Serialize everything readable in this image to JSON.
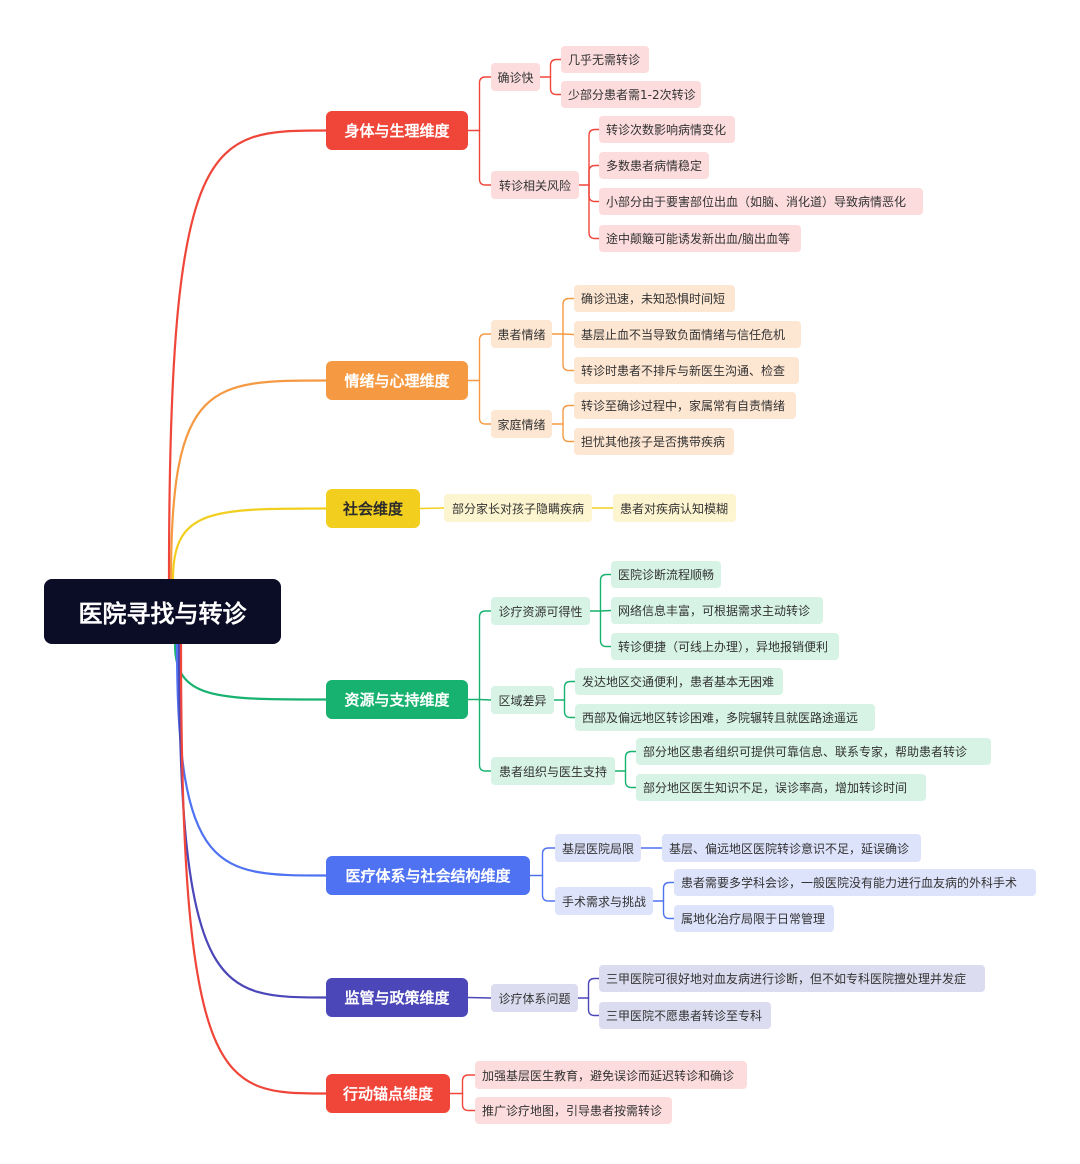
{
  "root": {
    "label": "医院寻找与转诊"
  },
  "branches": [
    {
      "label": "身体与生理维度",
      "color": "#f0463a",
      "subs": [
        {
          "label": "确诊快",
          "leaves": [
            "几乎无需转诊",
            "少部分患者需1-2次转诊"
          ]
        },
        {
          "label": "转诊相关风险",
          "leaves": [
            "转诊次数影响病情变化",
            "多数患者病情稳定",
            "小部分由于要害部位出血（如脑、消化道）导致病情恶化",
            "途中颠簸可能诱发新出血/脑出血等"
          ]
        }
      ]
    },
    {
      "label": "情绪与心理维度",
      "color": "#f59a42",
      "subs": [
        {
          "label": "患者情绪",
          "leaves": [
            "确诊迅速，未知恐惧时间短",
            "基层止血不当导致负面情绪与信任危机",
            "转诊时患者不排斥与新医生沟通、检查"
          ]
        },
        {
          "label": "家庭情绪",
          "leaves": [
            "转诊至确诊过程中，家属常有自责情绪",
            "担忧其他孩子是否携带疾病"
          ]
        }
      ]
    },
    {
      "label": "社会维度",
      "color": "#f2cf1f",
      "subs": [
        {
          "label": "部分家长对孩子隐瞒疾病",
          "leaves": [
            "患者对疾病认知模糊"
          ]
        }
      ]
    },
    {
      "label": "资源与支持维度",
      "color": "#17b26f",
      "subs": [
        {
          "label": "诊疗资源可得性",
          "leaves": [
            "医院诊断流程顺畅",
            "网络信息丰富，可根据需求主动转诊",
            "转诊便捷（可线上办理），异地报销便利"
          ]
        },
        {
          "label": "区域差异",
          "leaves": [
            "发达地区交通便利，患者基本无困难",
            "西部及偏远地区转诊困难，多院辗转且就医路途遥远"
          ]
        },
        {
          "label": "患者组织与医生支持",
          "leaves": [
            "部分地区患者组织可提供可靠信息、联系专家，帮助患者转诊",
            "部分地区医生知识不足，误诊率高，增加转诊时间"
          ]
        }
      ]
    },
    {
      "label": "医疗体系与社会结构维度",
      "color": "#4f72f2",
      "subs": [
        {
          "label": "基层医院局限",
          "leaves": [
            "基层、偏远地区医院转诊意识不足，延误确诊"
          ]
        },
        {
          "label": "手术需求与挑战",
          "leaves": [
            "患者需要多学科会诊，一般医院没有能力进行血友病的外科手术",
            "属地化治疗局限于日常管理"
          ]
        }
      ]
    },
    {
      "label": "监管与政策维度",
      "color": "#4b47b8",
      "subs": [
        {
          "label": "诊疗体系问题",
          "leaves": [
            "三甲医院可很好地对血友病进行诊断，但不如专科医院擅处理并发症",
            "三甲医院不愿患者转诊至专科"
          ]
        }
      ]
    },
    {
      "label": "行动锚点维度",
      "color": "#f0463a",
      "subs": [
        {
          "label": "加强基层医生教育，避免误诊而延迟转诊和确诊",
          "leaves": []
        },
        {
          "label": "推广诊疗地图，引导患者按需转诊",
          "leaves": []
        }
      ]
    }
  ]
}
